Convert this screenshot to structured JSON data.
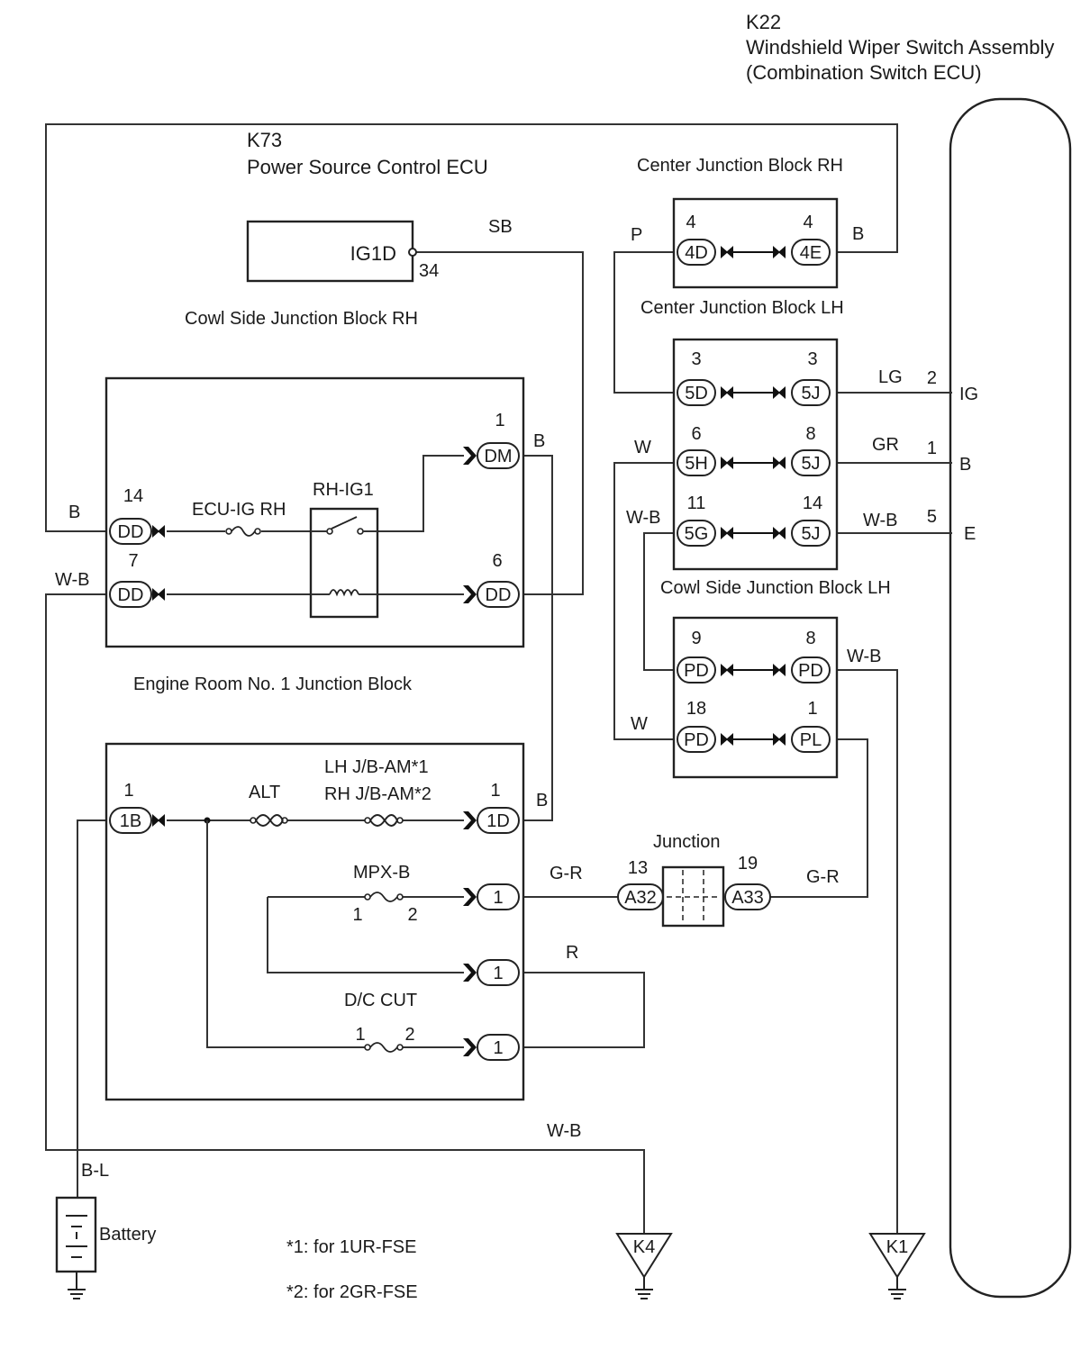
{
  "header": {
    "code": "K22",
    "name": "Windshield Wiper Switch Assembly",
    "sub": "(Combination Switch ECU)",
    "terminals": {
      "t2": "2",
      "ig": "IG",
      "t1": "1",
      "b": "B",
      "t5": "5",
      "e": "E"
    }
  },
  "ecu": {
    "code": "K73",
    "name": "Power Source Control ECU",
    "term": "IG1D",
    "pin": "34",
    "wire": "SB"
  },
  "center_rh": {
    "title": "Center Junction Block RH",
    "pin_l": "4",
    "conn_l": "4D",
    "pin_r": "4",
    "conn_r": "4E",
    "wire_l": "P",
    "wire_r": "B"
  },
  "center_lh": {
    "title": "Center Junction Block LH",
    "rows": [
      {
        "pl": "3",
        "cl": "5D",
        "pr": "3",
        "cr": "5J",
        "wl": "",
        "wr": "LG"
      },
      {
        "pl": "6",
        "cl": "5H",
        "pr": "8",
        "cr": "5J",
        "wl": "W",
        "wr": "GR"
      },
      {
        "pl": "11",
        "cl": "5G",
        "pr": "14",
        "cr": "5J",
        "wl": "W-B",
        "wr": "W-B"
      }
    ]
  },
  "cowl_lh": {
    "title": "Cowl Side Junction Block LH",
    "rows": [
      {
        "pl": "9",
        "cl": "PD",
        "pr": "8",
        "cr": "PD",
        "wl": "",
        "wr": "W-B"
      },
      {
        "pl": "18",
        "cl": "PD",
        "pr": "1",
        "cr": "PL",
        "wl": "W",
        "wr": ""
      }
    ]
  },
  "cowl_rh": {
    "title": "Cowl Side Junction Block RH",
    "fuse": "ECU-IG RH",
    "relay": "RH-IG1",
    "c14": {
      "pin": "14",
      "label": "DD",
      "wire": "B"
    },
    "c7": {
      "pin": "7",
      "label": "DD",
      "wire": "W-B"
    },
    "dm": {
      "pin": "1",
      "label": "DM",
      "wire": "B"
    },
    "dd6": {
      "pin": "6",
      "label": "DD"
    }
  },
  "engine_room": {
    "title": "Engine Room No. 1 Junction Block",
    "c1b": {
      "pin": "1",
      "label": "1B"
    },
    "alt": "ALT",
    "am1": "LH J/B-AM*1",
    "am2": "RH J/B-AM*2",
    "c1d": {
      "pin": "1",
      "label": "1D",
      "wire": "B"
    },
    "mpx": "MPX-B",
    "mpx_p1": "1",
    "mpx_p2": "2",
    "out1": "1",
    "gr_wire": "G-R",
    "r_wire": "R",
    "dc": "D/C CUT",
    "dc_p1": "1",
    "dc_p2": "2"
  },
  "junction": {
    "title": "Junction",
    "p13": "13",
    "a32": "A32",
    "p19": "19",
    "a33": "A33",
    "wire": "G-R"
  },
  "ground": {
    "wb": "W-B",
    "bl": "B-L",
    "battery": "Battery",
    "k4": "K4",
    "k1": "K1"
  },
  "notes": [
    "*1: for 1UR-FSE",
    "*2: for 2GR-FSE"
  ]
}
